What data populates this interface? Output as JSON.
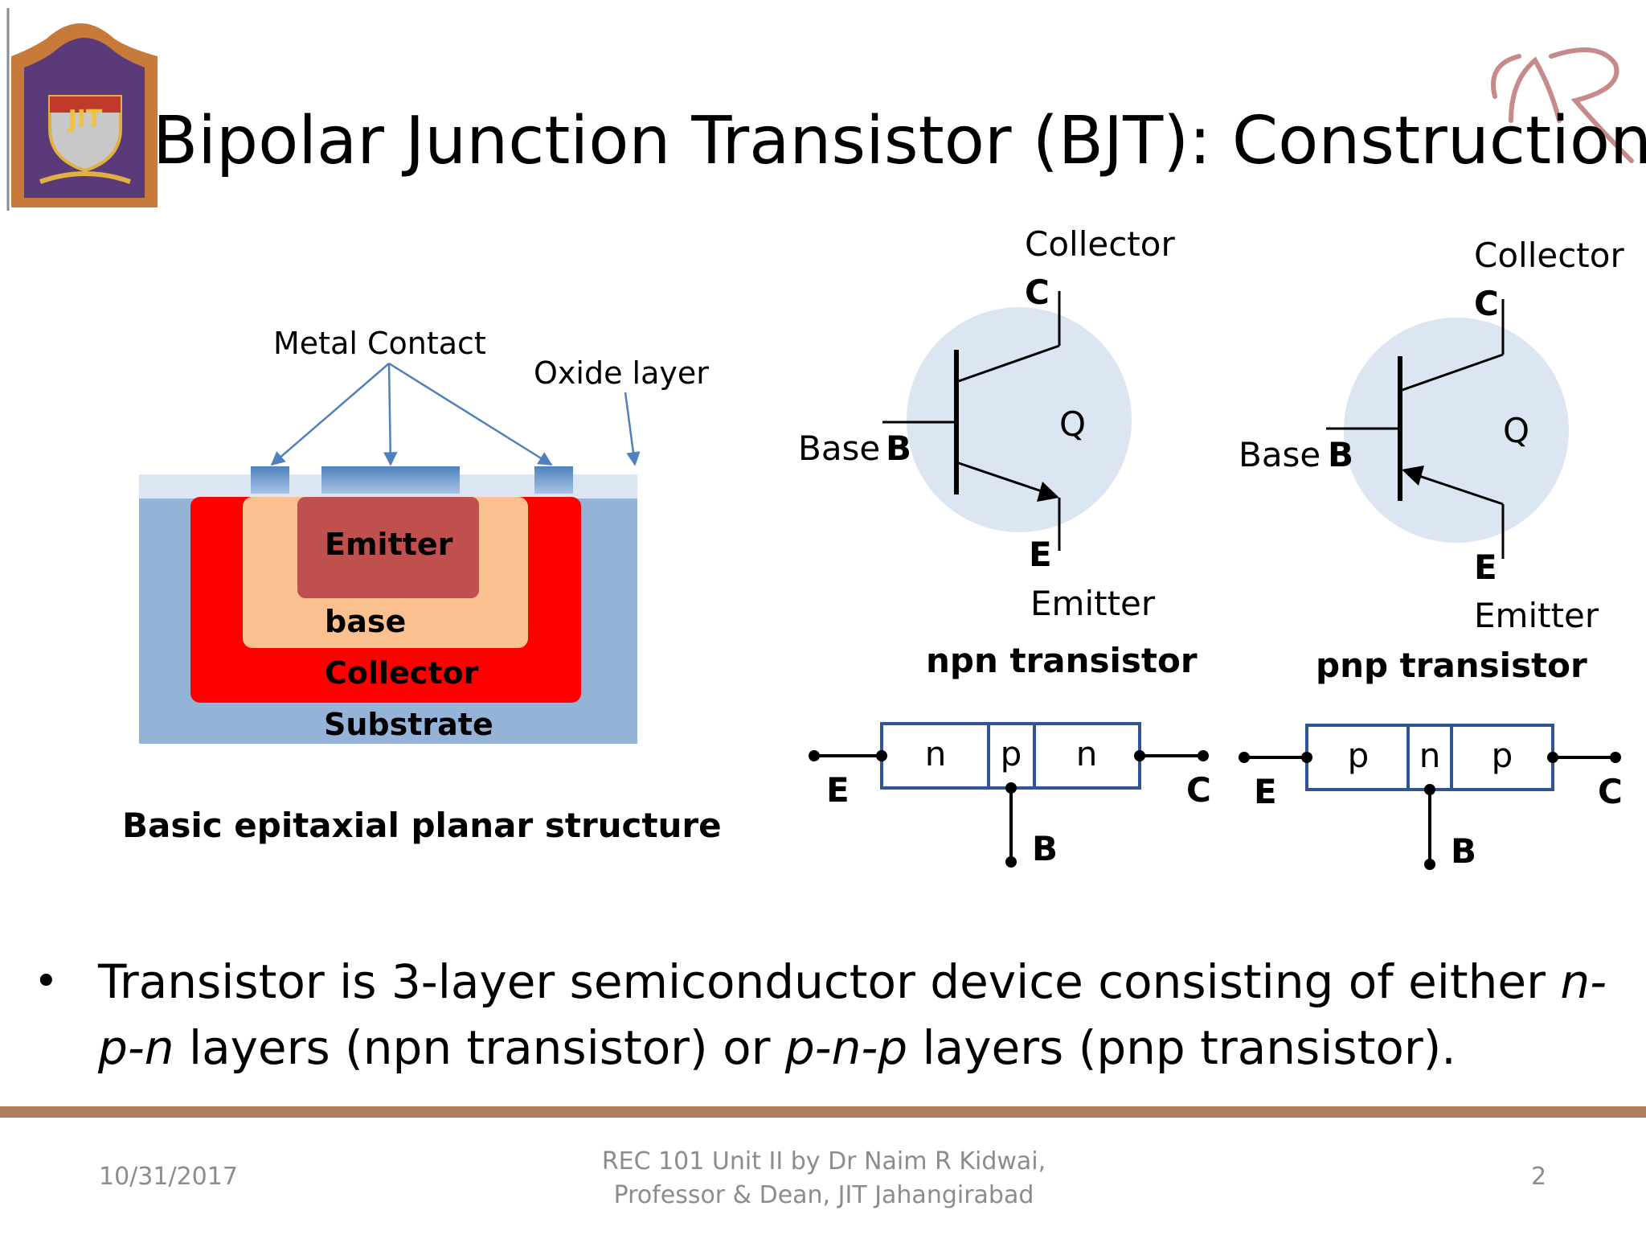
{
  "title": "Bipolar Junction Transistor (BJT): Construction",
  "logo": {
    "emblem_text": "JIT",
    "signature_text": "NR"
  },
  "planar": {
    "metal_contact_label": "Metal Contact",
    "oxide_label": "Oxide layer",
    "emitter": "Emitter",
    "base": "base",
    "collector": "Collector",
    "substrate": "Substrate",
    "caption": "Basic epitaxial planar structure",
    "colors": {
      "substrate": "#95b3d7",
      "collector": "#ff0000",
      "base": "#fac090",
      "emitter": "#c0504d",
      "oxide": "#dce6f2",
      "metal": "#4f81bd"
    }
  },
  "npn": {
    "collector_label": "Collector",
    "c_letter": "C",
    "base_word": "Base",
    "b_letter": "B",
    "q_label": "Q",
    "e_letter": "E",
    "emitter_label": "Emitter",
    "caption": "npn transistor",
    "layers": [
      "n",
      "p",
      "n"
    ],
    "left_terminal": "E",
    "right_terminal": "C",
    "bottom_terminal": "B"
  },
  "pnp": {
    "collector_label": "Collector",
    "c_letter": "C",
    "base_word": "Base",
    "b_letter": "B",
    "q_label": "Q",
    "e_letter": "E",
    "emitter_label": "Emitter",
    "caption": "pnp transistor",
    "layers": [
      "p",
      "n",
      "p"
    ],
    "left_terminal": "E",
    "right_terminal": "C",
    "bottom_terminal": "B"
  },
  "bullet": {
    "marker": "•",
    "part1": "Transistor is 3-layer semiconductor device consisting of either ",
    "npn_italic": "n-p-n",
    "part2": " layers (npn transistor) or ",
    "pnp_italic": "p-n-p",
    "part3": " layers (pnp transistor)."
  },
  "footer": {
    "date": "10/31/2017",
    "credit_line1": "REC 101 Unit II by Dr Naim R Kidwai,",
    "credit_line2": "Professor & Dean, JIT Jahangirabad",
    "page": "2"
  }
}
